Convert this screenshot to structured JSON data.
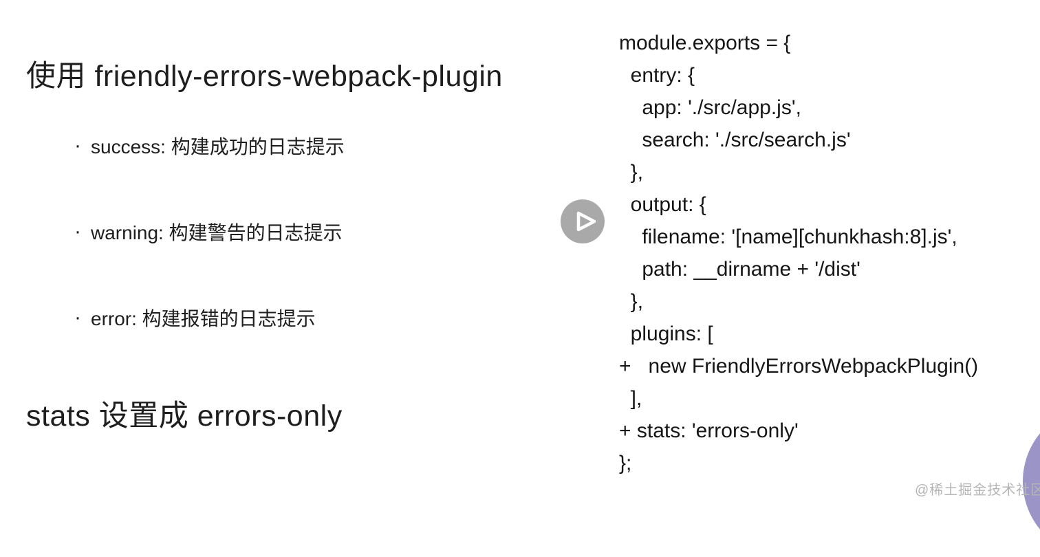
{
  "slide": {
    "title": "使用 friendly-errors-webpack-plugin",
    "bullets": [
      {
        "marker": "·",
        "text": "success: 构建成功的日志提示"
      },
      {
        "marker": "·",
        "text": "warning: 构建警告的日志提示"
      },
      {
        "marker": "·",
        "text": "error: 构建报错的日志提示"
      }
    ],
    "subtitle": "stats 设置成 errors-only"
  },
  "code": {
    "lines": [
      "module.exports = {",
      "  entry: {",
      "    app: './src/app.js',",
      "    search: './src/search.js'",
      "  },",
      "  output: {",
      "    filename: '[name][chunkhash:8].js',",
      "    path: __dirname + '/dist'",
      "  },",
      "  plugins: [",
      "+   new FriendlyErrorsWebpackPlugin()",
      "  ],",
      "+ stats: 'errors-only'",
      "};"
    ]
  },
  "player": {
    "state": "paused",
    "play_icon": "play-triangle"
  },
  "watermark": {
    "text": "@稀土掘金技术社区"
  },
  "colors": {
    "background": "#ffffff",
    "text": "#1e1e1e",
    "watermark": "#b5b5b5",
    "play_button_bg": "#a9a9a9",
    "play_icon_stroke": "#ffffff",
    "decor_circle": "#9b94c6"
  }
}
